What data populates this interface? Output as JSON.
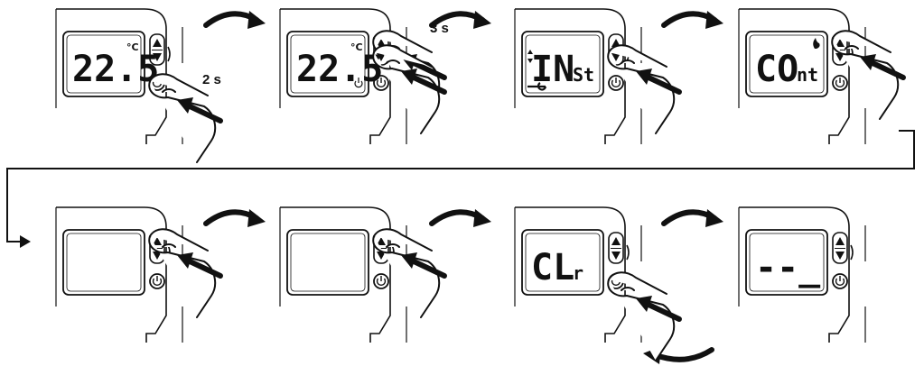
{
  "colors": {
    "ink": "#111111",
    "background": "#ffffff"
  },
  "steps": [
    {
      "row": 1,
      "col": 1,
      "display_main": "22.5",
      "display_unit": "°C",
      "display_small": "",
      "indicators": [],
      "press": [
        "power"
      ],
      "press_time": "2 s"
    },
    {
      "row": 1,
      "col": 2,
      "display_main": "22.5",
      "display_unit": "°C",
      "display_small": "",
      "indicators": [
        "standby-icon"
      ],
      "press": [
        "up",
        "down"
      ],
      "press_time": "3 s"
    },
    {
      "row": 1,
      "col": 3,
      "display_main": "IN",
      "display_unit": "",
      "display_small": "St",
      "indicators": [
        "up-down-icon",
        "wrench-icon"
      ],
      "press": [
        "down"
      ],
      "press_time": ""
    },
    {
      "row": 1,
      "col": 4,
      "display_main": "CO",
      "display_unit": "",
      "display_small": "nt",
      "indicators": [
        "flame-icon"
      ],
      "press": [
        "up"
      ],
      "press_time": ""
    },
    {
      "row": 2,
      "col": 1,
      "display_main": "",
      "display_unit": "",
      "display_small": "",
      "indicators": [],
      "press": [
        "up"
      ],
      "press_time": ""
    },
    {
      "row": 2,
      "col": 2,
      "display_main": "",
      "display_unit": "",
      "display_small": "",
      "indicators": [],
      "press": [
        "up"
      ],
      "press_time": ""
    },
    {
      "row": 2,
      "col": 3,
      "display_main": "CL",
      "display_unit": "",
      "display_small": "r",
      "indicators": [],
      "press": [
        "power"
      ],
      "press_time": ""
    },
    {
      "row": 2,
      "col": 4,
      "display_main": "--_",
      "display_unit": "",
      "display_small": "",
      "indicators": [],
      "press": [],
      "press_time": ""
    }
  ]
}
